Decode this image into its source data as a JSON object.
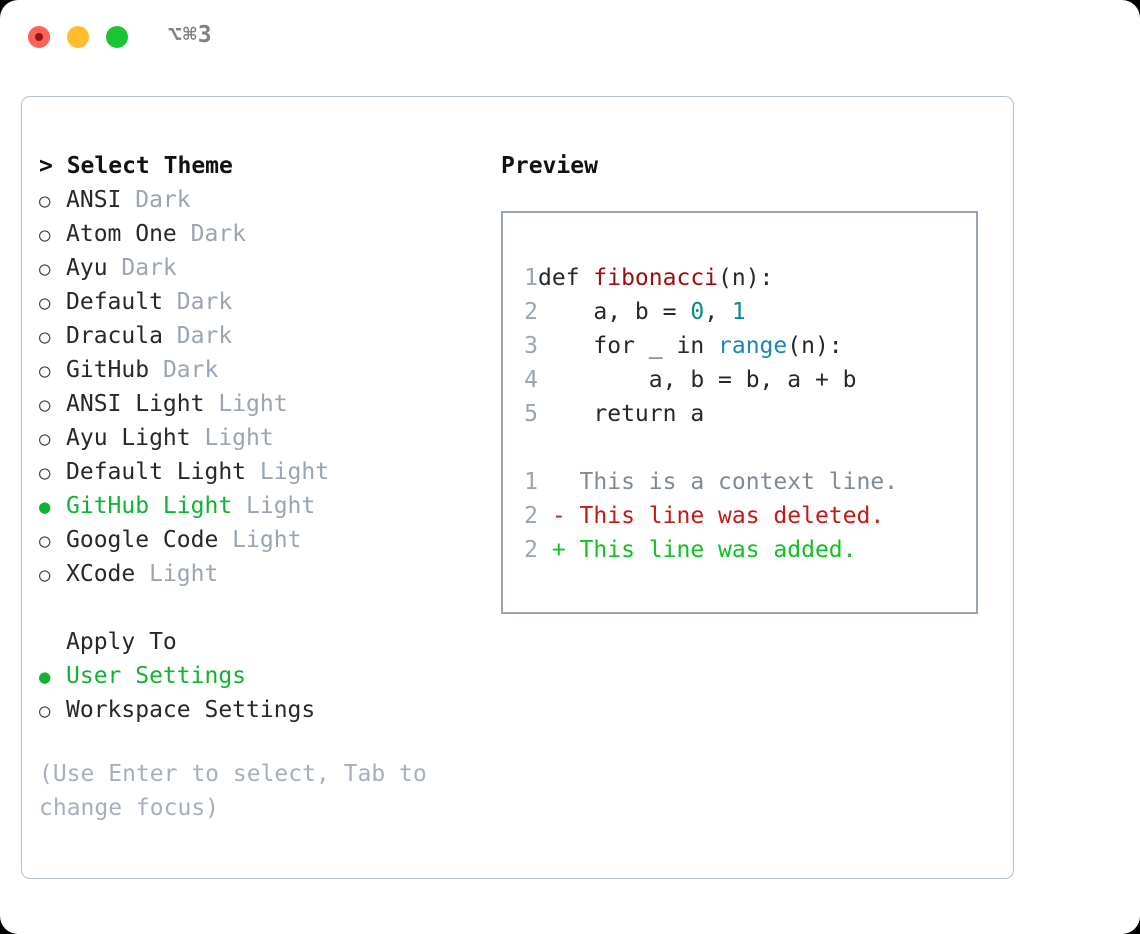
{
  "window": {
    "shortcut": "⌥⌘3",
    "traffic_lights": [
      {
        "name": "close",
        "color": "#ff6058"
      },
      {
        "name": "minimize",
        "color": "#ffbd2e"
      },
      {
        "name": "maximize",
        "color": "#18c631"
      }
    ]
  },
  "theme_picker": {
    "title": "> Select Theme",
    "options": [
      {
        "marker": "○",
        "label": "ANSI",
        "suffix": " Dark",
        "selected": false
      },
      {
        "marker": "○",
        "label": "Atom One",
        "suffix": " Dark",
        "selected": false
      },
      {
        "marker": "○",
        "label": "Ayu",
        "suffix": " Dark",
        "selected": false
      },
      {
        "marker": "○",
        "label": "Default",
        "suffix": " Dark",
        "selected": false
      },
      {
        "marker": "○",
        "label": "Dracula",
        "suffix": " Dark",
        "selected": false
      },
      {
        "marker": "○",
        "label": "GitHub",
        "suffix": " Dark",
        "selected": false
      },
      {
        "marker": "○",
        "label": "ANSI Light",
        "suffix": " Light",
        "selected": false
      },
      {
        "marker": "○",
        "label": "Ayu Light",
        "suffix": " Light",
        "selected": false
      },
      {
        "marker": "○",
        "label": "Default Light",
        "suffix": " Light",
        "selected": false
      },
      {
        "marker": "●",
        "label": "GitHub Light",
        "suffix": " Light",
        "selected": true
      },
      {
        "marker": "○",
        "label": "Google Code",
        "suffix": " Light",
        "selected": false
      },
      {
        "marker": "○",
        "label": "XCode",
        "suffix": " Light",
        "selected": false
      }
    ]
  },
  "apply_to": {
    "heading": "Apply To",
    "options": [
      {
        "marker": "●",
        "label": "User Settings",
        "selected": true
      },
      {
        "marker": "○",
        "label": "Workspace Settings",
        "selected": false
      }
    ]
  },
  "hint": "(Use Enter to select, Tab to change focus)",
  "preview": {
    "title": "Preview",
    "code_lines": [
      {
        "num": "1",
        "parts": [
          {
            "text": "def ",
            "cls": "ct"
          },
          {
            "text": "fibonacci",
            "cls": "tok-fn"
          },
          {
            "text": "(n):",
            "cls": "ct"
          }
        ]
      },
      {
        "num": "2",
        "parts": [
          {
            "text": "    a, b = ",
            "cls": "ct"
          },
          {
            "text": "0",
            "cls": "tok-num"
          },
          {
            "text": ", ",
            "cls": "ct"
          },
          {
            "text": "1",
            "cls": "tok-num"
          }
        ]
      },
      {
        "num": "3",
        "parts": [
          {
            "text": "    for _ in ",
            "cls": "ct"
          },
          {
            "text": "range",
            "cls": "tok-call"
          },
          {
            "text": "(n):",
            "cls": "ct"
          }
        ]
      },
      {
        "num": "4",
        "parts": [
          {
            "text": "        a, b = b, a + b",
            "cls": "ct"
          }
        ]
      },
      {
        "num": "5",
        "parts": [
          {
            "text": "    return a",
            "cls": "ct"
          }
        ]
      }
    ],
    "diff_lines": [
      {
        "num": "1",
        "parts": [
          {
            "text": "   This is a context line.",
            "cls": "tok-ctx"
          }
        ]
      },
      {
        "num": "2",
        "parts": [
          {
            "text": " - This line was deleted.",
            "cls": "tok-del"
          }
        ]
      },
      {
        "num": "2",
        "parts": [
          {
            "text": " + This line was added.",
            "cls": "tok-add"
          }
        ]
      }
    ]
  },
  "colors": {
    "accent_green": "#12b233",
    "muted": "#9aa5b1",
    "border": "#b7c1cc",
    "function": "#9c0d0d",
    "number": "#0d8a87",
    "call": "#1c86b5",
    "diff_added": "#12c022",
    "diff_deleted": "#c41a16",
    "diff_context": "#7f8a94"
  }
}
